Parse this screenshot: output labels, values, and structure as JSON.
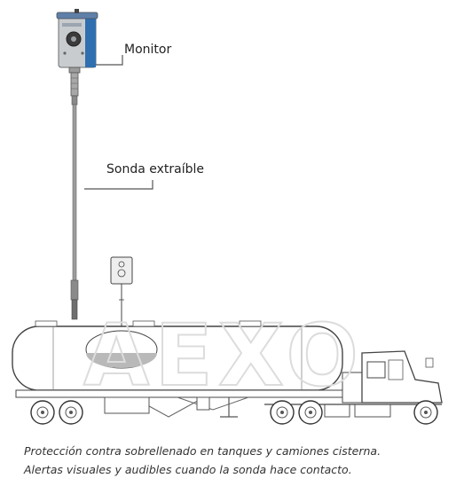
{
  "labels": {
    "monitor": "Monitor",
    "probe": "Sonda extraíble"
  },
  "watermark": "AEXO",
  "caption": {
    "line1": "Protección contra sobrellenado en tanques y camiones cisterna.",
    "line2": "Alertas visuales y audibles cuando la sonda hace contacto."
  },
  "colors": {
    "monitor_blue": "#2f6fb0",
    "monitor_body": "#c9ccce",
    "liquid": "#b9b9b9",
    "line": "#555555",
    "watermark": "#dcdcdc"
  }
}
